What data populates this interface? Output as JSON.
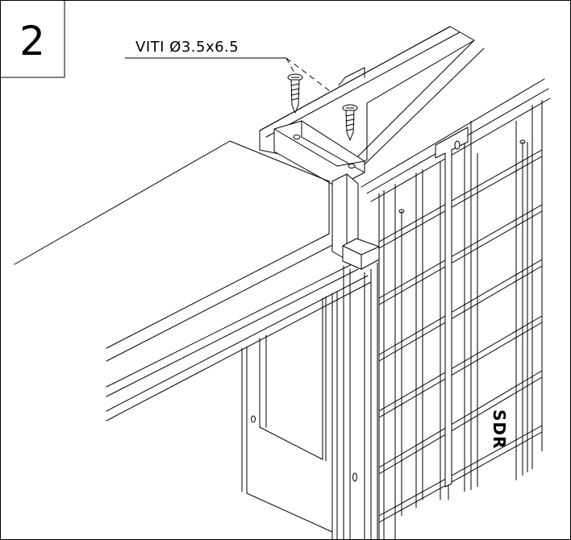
{
  "step": {
    "number": "2"
  },
  "callout": {
    "label": "VITI Ø3.5x6.5"
  },
  "panel": {
    "stamp": "SDR"
  }
}
